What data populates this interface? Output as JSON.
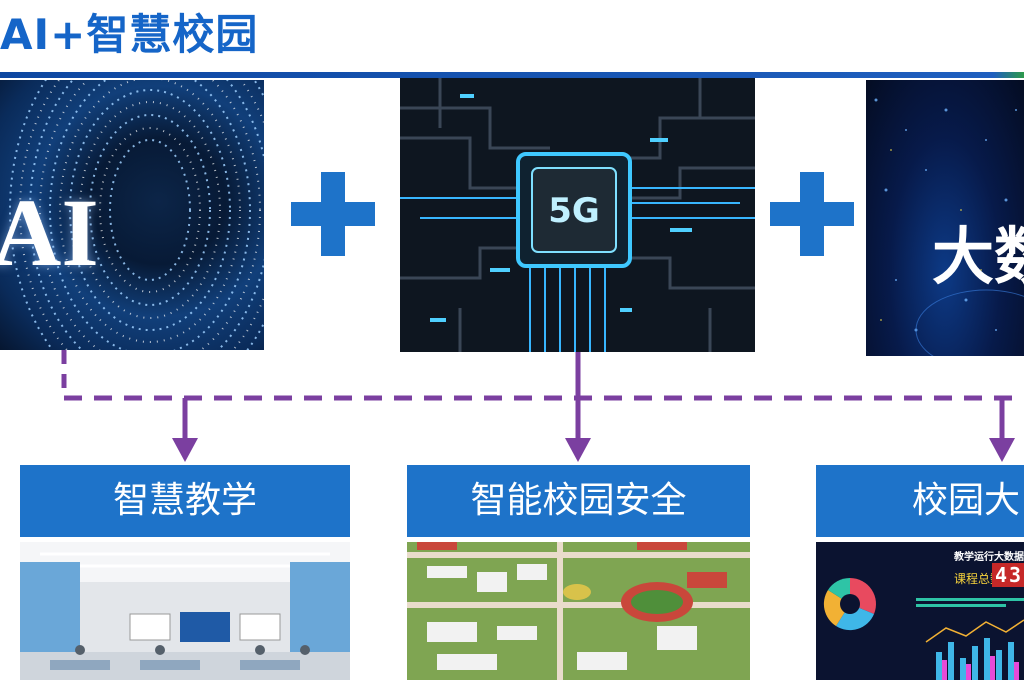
{
  "header": {
    "title": "AI+智慧校园"
  },
  "tiles": {
    "ai": {
      "label": "AI"
    },
    "g5": {
      "label": "5G"
    },
    "bigdata": {
      "label": "大数"
    }
  },
  "boxes": [
    {
      "label": "智慧教学"
    },
    {
      "label": "智能校园安全"
    },
    {
      "label": "校园大"
    }
  ],
  "dashboard": {
    "title": "教学运行大数据统",
    "course_label": "课程总数",
    "course_value": "43"
  },
  "colors": {
    "title": "#1565c8",
    "plus": "#1e73c9",
    "connector": "#7b3fa0",
    "box": "#1e73c9"
  }
}
